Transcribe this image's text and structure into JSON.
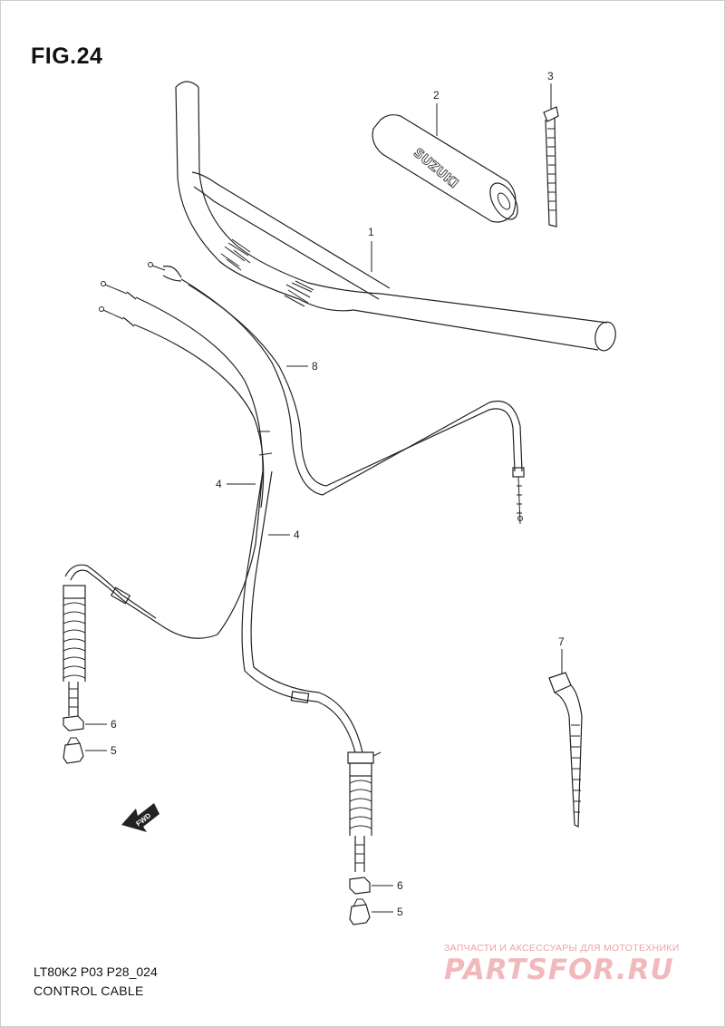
{
  "figure": {
    "title": "FIG.24"
  },
  "callouts": {
    "p1": "1",
    "p2": "2",
    "p3": "3",
    "p4a": "4",
    "p4b": "4",
    "p5a": "5",
    "p5b": "5",
    "p6a": "6",
    "p6b": "6",
    "p7": "7",
    "p8": "8"
  },
  "parts": {
    "grip_logo": "SUZUKI",
    "fwd_arrow": "FWD"
  },
  "footer": {
    "code": "LT80K2 P03 P28_024",
    "caption": "CONTROL CABLE"
  },
  "watermark": {
    "tagline": "ЗАПЧАСТИ И АКСЕССУАРЫ ДЛЯ МОТОТЕХНИКИ",
    "logo": "PARTSFOR.RU"
  },
  "colors": {
    "line": "#222222",
    "watermark": "#f2b9bd"
  }
}
